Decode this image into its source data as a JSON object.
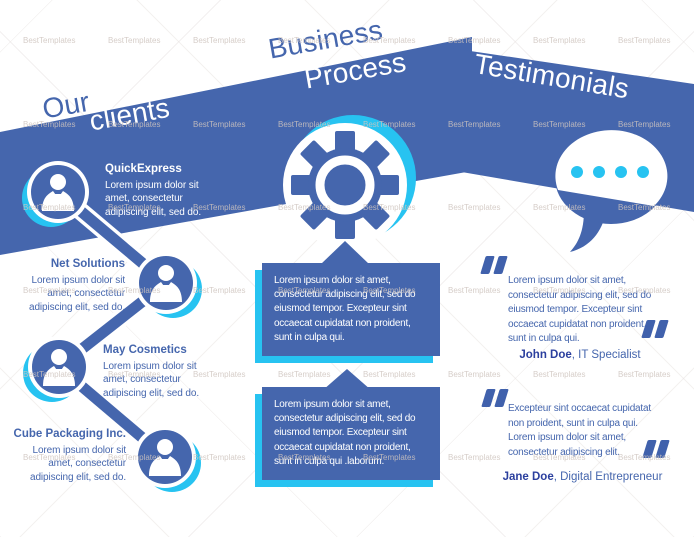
{
  "watermark": {
    "label": "BestTemplates"
  },
  "colors": {
    "band_blue": "#4566ad",
    "accent_cyan": "#27c3f1",
    "name_navy": "#2b3f9e",
    "white": "#ffffff"
  },
  "sections": {
    "clients": {
      "title_line1": "Our",
      "title_line2": "clients",
      "items": [
        {
          "name": "QuickExpress",
          "desc": "Lorem ipsum dolor sit amet, consectetur adipiscing elit, sed do."
        },
        {
          "name": "Net Solutions",
          "desc": "Lorem ipsum dolor sit amet, consectetur adipiscing elit, sed do."
        },
        {
          "name": "May Cosmetics",
          "desc": "Lorem ipsum dolor sit amet, consectetur adipiscing elit, sed do."
        },
        {
          "name": "Cube Packaging Inc.",
          "desc": "Lorem ipsum dolor sit amet, consectetur adipiscing elit, sed do."
        }
      ]
    },
    "process": {
      "title_line1": "Business",
      "title_line2": "Process",
      "boxes": [
        {
          "text": "Lorem ipsum dolor sit amet, consectetur adipiscing elit, sed do eiusmod tempor. Excepteur sint occaecat cupidatat non proident, sunt in culpa qui."
        },
        {
          "text": "Lorem ipsum dolor sit amet, consectetur adipiscing elit, sed do eiusmod tempor. Excepteur sint occaecat cupidatat non proident, sunt in culpa qui .laborum."
        }
      ]
    },
    "testimonials": {
      "title": "Testimonials",
      "items": [
        {
          "quote": "Lorem ipsum dolor sit amet, consectetur adipiscing elit, sed do eiusmod tempor. Excepteur sint occaecat cupidatat non proident, sunt in culpa qui.",
          "name": "John Doe",
          "role": ", IT Specialist"
        },
        {
          "quote": "Excepteur sint occaecat cupidatat non proident, sunt in culpa qui. Lorem ipsum dolor sit amet, consectetur adipiscing elit.",
          "name": "Jane Doe",
          "role": ", Digital Entrepreneur"
        }
      ]
    }
  }
}
